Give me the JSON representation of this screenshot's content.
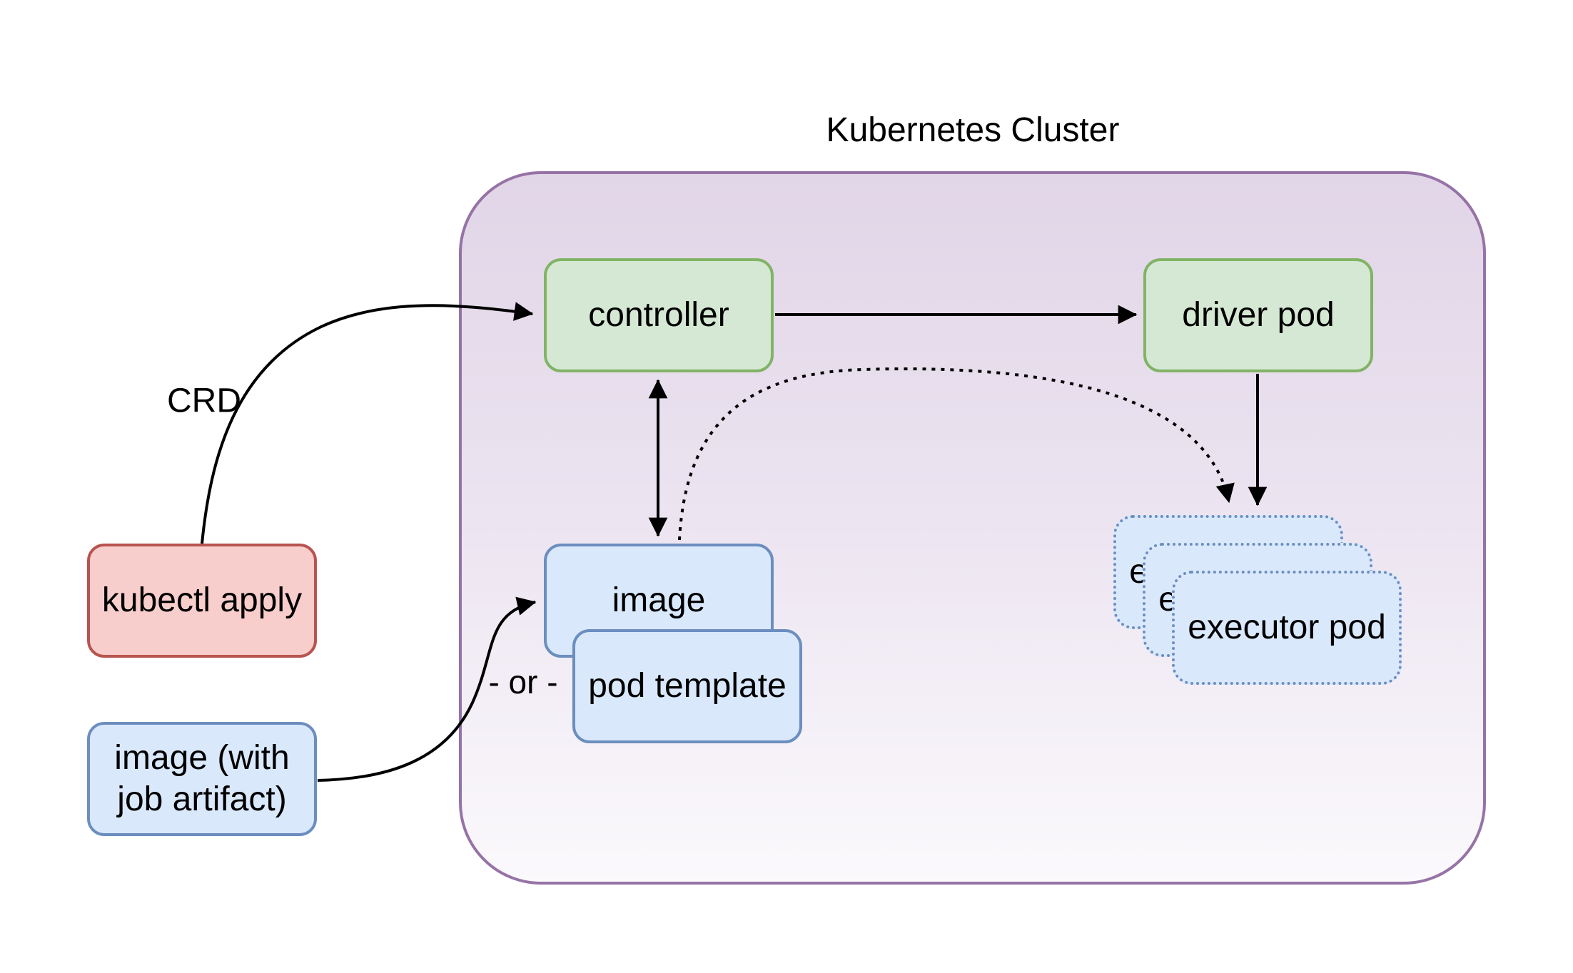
{
  "title": "Kubernetes Cluster",
  "labels": {
    "crd": "CRD",
    "or": "- or -"
  },
  "nodes": {
    "controller": "controller",
    "driver_pod": "driver pod",
    "kubectl_apply": "kubectl apply",
    "image_with_job_artifact": "image (with\njob artifact)",
    "image": "image",
    "pod_template": "pod template",
    "executor_pod": "executor pod"
  },
  "edges": [
    {
      "from": "kubectl apply",
      "to": "controller",
      "label": "CRD",
      "style": "solid-curve",
      "direction": "forward"
    },
    {
      "from": "controller",
      "to": "driver pod",
      "style": "solid-straight",
      "direction": "forward"
    },
    {
      "from": "controller",
      "to": "image",
      "style": "solid-straight",
      "direction": "both"
    },
    {
      "from": "image (with job artifact)",
      "to": "image",
      "style": "solid-curve",
      "direction": "forward"
    },
    {
      "from": "image",
      "to": "executor pod",
      "style": "dotted-curve",
      "direction": "forward"
    },
    {
      "from": "driver pod",
      "to": "executor pod",
      "style": "solid-straight",
      "direction": "forward"
    }
  ],
  "colors": {
    "cluster_border": "#9673a6",
    "cluster_fill_top": "#e1d5e7",
    "cluster_fill_bottom": "#fbf9fc",
    "green_fill": "#d5e8d4",
    "green_border": "#82b366",
    "blue_fill": "#dae8fc",
    "blue_border": "#6c8ebf",
    "red_fill": "#f8cecc",
    "red_border": "#b85450",
    "arrow": "#000000",
    "text": "#000000"
  }
}
